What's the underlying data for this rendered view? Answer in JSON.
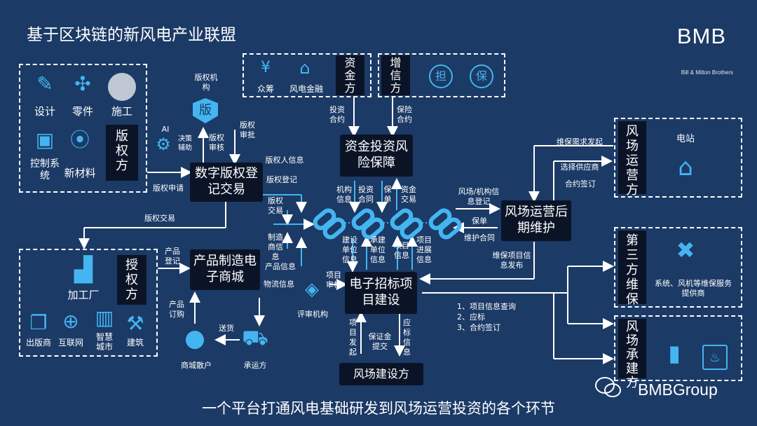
{
  "title": "基于区块链的新风电产业联盟",
  "brand": {
    "name": "BMB",
    "sub": "Bill & Milton Brothers"
  },
  "footer": "一个平台打通风电基础研发到风场运营投资的各个环节",
  "watermark": "BMBGroup",
  "copyright_side": {
    "label": "版权方",
    "items": [
      {
        "name": "设计",
        "icon": "designer-icon"
      },
      {
        "name": "零件",
        "icon": "fan-parts-icon"
      },
      {
        "name": "施工",
        "icon": "construction-worker-icon"
      },
      {
        "name": "控制系统",
        "icon": "control-monitor-icon"
      },
      {
        "name": "新材料",
        "icon": "material-rolls-icon"
      }
    ]
  },
  "fund_side": {
    "label": "资金方",
    "items": [
      {
        "name": "众筹",
        "icon": "crowdfunding-icon"
      },
      {
        "name": "风电金融",
        "icon": "bank-icon"
      }
    ]
  },
  "credit_side": {
    "label": "增信方",
    "badge1": "担",
    "badge2": "保"
  },
  "wind_ops": {
    "label": "风场运营方",
    "item": "电站"
  },
  "third_maint": {
    "label": "第三方维保",
    "item": "系统、风机等维保服务提供商"
  },
  "wind_build": {
    "label": "风场承建方"
  },
  "licensee": {
    "label": "授权方",
    "items": [
      "加工厂",
      "出版商",
      "互联网",
      "智慧城市",
      "建筑"
    ]
  },
  "nodes": {
    "digital_copyright": "数字版权登记交易",
    "fund_risk": "资金投资风险保障",
    "wind_maintain": "风场运营后期维护",
    "product_mall": "产品制造电子商城",
    "tender": "电子招标项目建设",
    "builder": "风场建设方"
  },
  "side_entities": {
    "copyright_org": "版权机构",
    "copyright_org_icon": "版",
    "ai": "AI",
    "ai_decision": "决策辅助",
    "review_org": "评审机构",
    "buyer": "商城散户",
    "carrier": "承运方"
  },
  "flow_labels": {
    "copyright_review": "版权审核",
    "copyright_approve": "版权审批",
    "copyright_apply": "版权申请",
    "copyright_trade": "版权交易",
    "owner_info": "版权人信息",
    "copyright_register": "版权登记",
    "copyright_trade2": "版权交易",
    "manufacturer_info": "制造商信息",
    "product_info": "产品信息",
    "logistics_info": "物流信息",
    "product_register": "产品登记",
    "product_order": "产品订购",
    "delivery": "送货",
    "invest_contract": "投资合约",
    "insure_contract": "保险合约",
    "org_info": "机构信息",
    "invest_contract2": "投资合同",
    "policy": "保单",
    "fund_trade": "资金交易",
    "maint_request": "维保需求发起",
    "choose_supplier": "选择供应商",
    "contract_sign": "合约签订",
    "wind_org_register": "风场/机构信息登记",
    "policy2": "保单",
    "maint_contract": "维护合同",
    "maint_publish": "维保项目信息发布",
    "build_unit_info": "建设单位信息",
    "contract_unit_info": "承建单位信息",
    "project_info": "项目信息",
    "progress_info": "项目进展信息",
    "project_review": "项目审核",
    "project_launch": "项目发起",
    "deposit_submit": "保证金提交",
    "bid_info": "应标信息",
    "list": [
      "1、项目信息查询",
      "2、应标",
      "3、合约签订"
    ]
  },
  "colors": {
    "background": "#1b3a66",
    "accent": "#44b5f0",
    "node": "#0b1427"
  }
}
